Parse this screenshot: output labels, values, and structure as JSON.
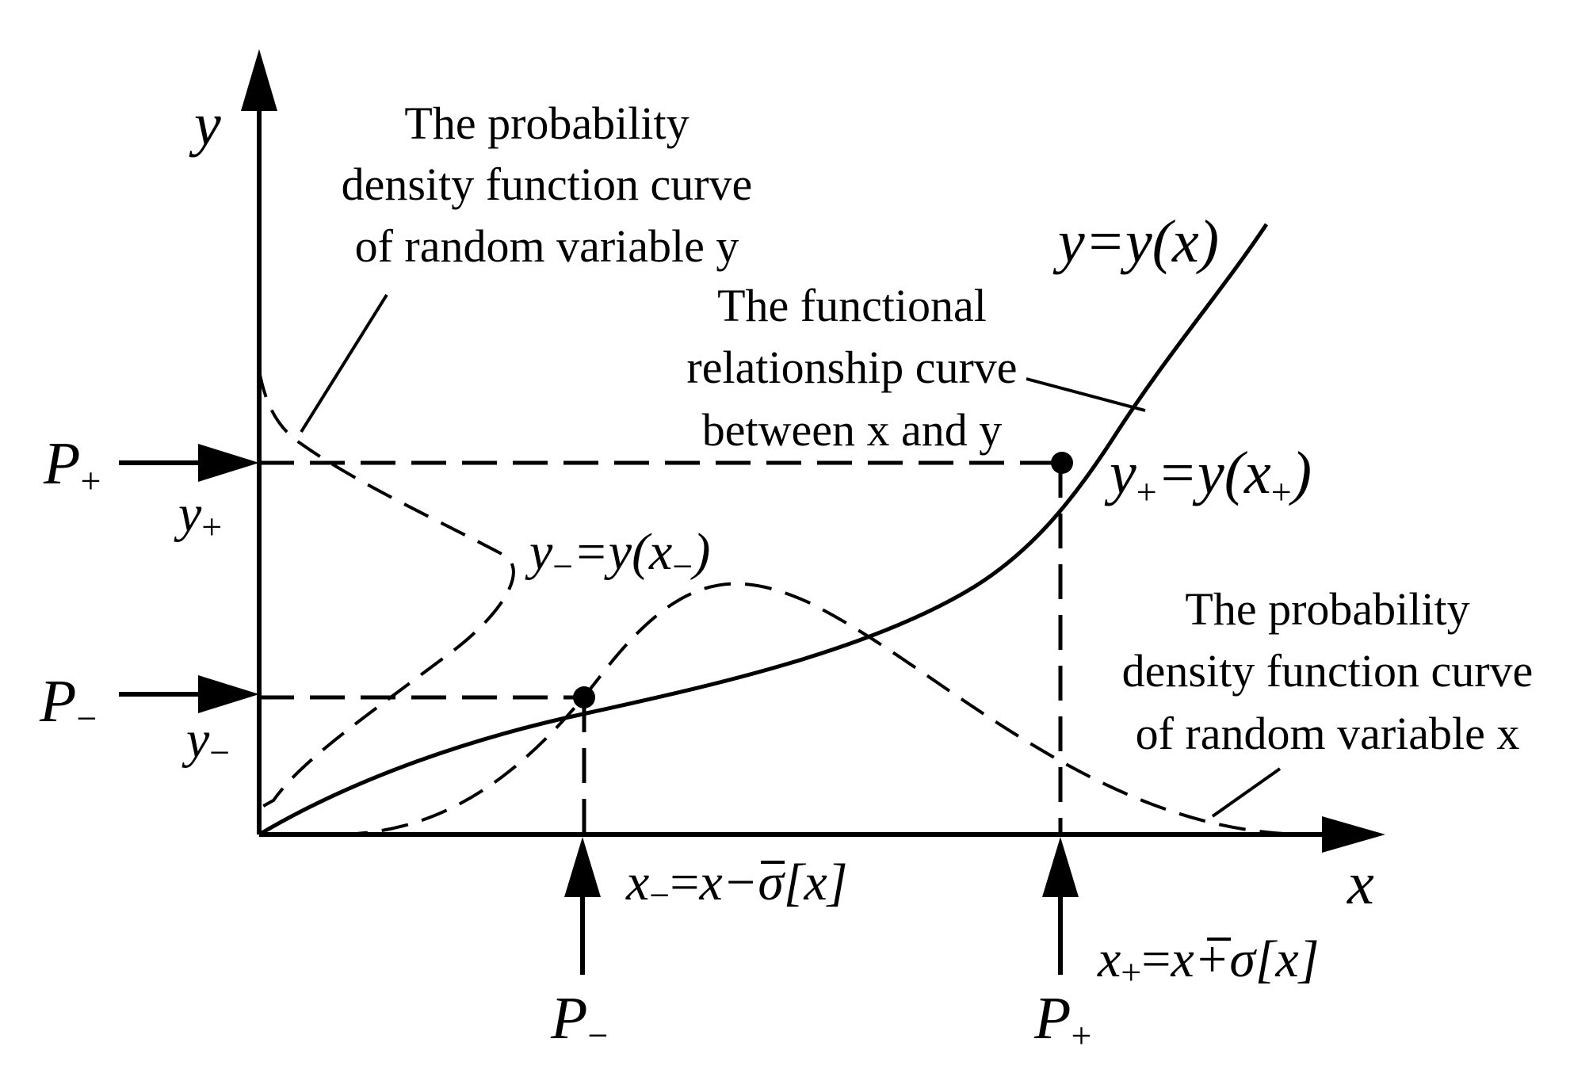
{
  "axes": {
    "x_label": "x",
    "y_label": "y"
  },
  "curves": {
    "function_label": "y=y(x)",
    "function_desc": [
      "The functional",
      "relationship curve",
      "between x and y"
    ],
    "pdf_y_desc": [
      "The probability",
      "density function curve",
      "of random variable y"
    ],
    "pdf_x_desc": [
      "The probability",
      "density function curve",
      "of random variable x"
    ]
  },
  "points": {
    "y_plus_eq": {
      "lhs": "y",
      "lhs_sub": "+",
      "mid": "=y(x",
      "mid_sub": "+",
      "end": ")"
    },
    "y_minus_eq": {
      "lhs": "y",
      "lhs_sub": "−",
      "mid": "=y(x",
      "mid_sub": "−",
      "end": ")"
    },
    "x_minus_eq": {
      "lhs": "x",
      "lhs_sub": "−",
      "rhs_a": "=",
      "xbar": "x",
      "rhs_b": "−σ[x]"
    },
    "x_plus_eq": {
      "lhs": "x",
      "lhs_sub": "+",
      "rhs_a": "=",
      "xbar": "x",
      "rhs_b": "+σ[x]"
    }
  },
  "markers": {
    "p_plus_left": {
      "p": "P",
      "sub": "+"
    },
    "p_minus_left": {
      "p": "P",
      "sub": "−"
    },
    "y_plus": {
      "v": "y",
      "sub": "+"
    },
    "y_minus": {
      "v": "y",
      "sub": "−"
    },
    "p_minus_bottom": {
      "p": "P",
      "sub": "−"
    },
    "p_plus_bottom": {
      "p": "P",
      "sub": "+"
    }
  }
}
